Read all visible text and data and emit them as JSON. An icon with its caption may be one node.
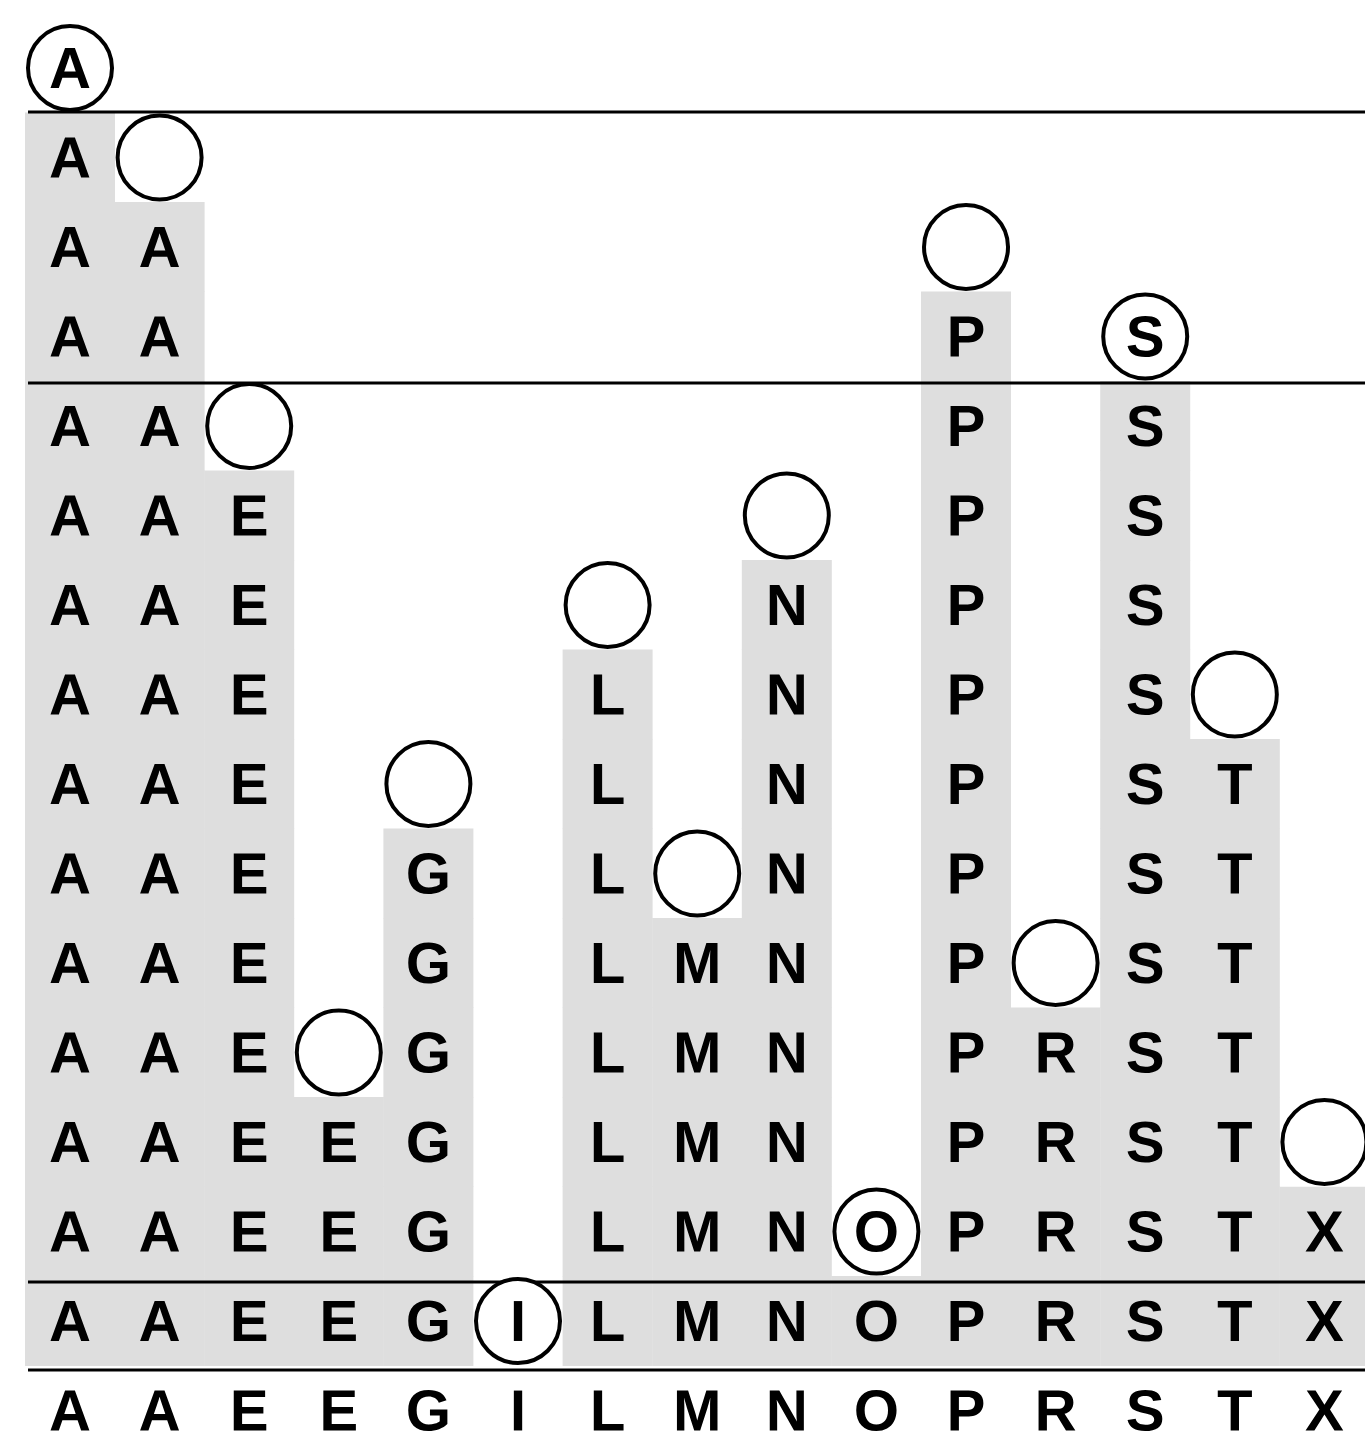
{
  "diagram": {
    "nodes": [
      {
        "text": [
          "A"
        ]
      },
      {
        "text": [],
        "shape": "circle"
      },
      {
        "text": [],
        "shape": "circle"
      },
      {
        "text": [
          "S"
        ]
      },
      {
        "text": [],
        "shape": "circle"
      },
      {
        "text": [],
        "shape": "circle"
      },
      {
        "text": [],
        "shape": "circle"
      },
      {
        "text": [],
        "shape": "circle"
      },
      {
        "text": [],
        "shape": "circle"
      },
      {
        "text": [],
        "shape": "circle"
      },
      {
        "text": [],
        "shape": "circle"
      },
      {
        "text": [],
        "shape": "circle"
      },
      {
        "text": [],
        "shape": "circle"
      },
      {
        "text": [
          "O"
        ]
      },
      {
        "text": [
          "I"
        ]
      }
    ],
    "labels": [
      "A",
      "A",
      "A",
      "A",
      "A",
      "P",
      "A",
      "A",
      "P",
      "S",
      "A",
      "A",
      "E",
      "P",
      "S",
      "A",
      "A",
      "E",
      "N",
      "P",
      "S",
      "A",
      "A",
      "E",
      "L",
      "N",
      "P",
      "S",
      "A",
      "A",
      "E",
      "L",
      "N",
      "P",
      "S",
      "T",
      "A",
      "A",
      "E",
      "G",
      "L",
      "N",
      "P",
      "S",
      "T",
      "A",
      "A",
      "E",
      "G",
      "L",
      "M",
      "N",
      "P",
      "S",
      "T",
      "A",
      "A",
      "E",
      "G",
      "L",
      "M",
      "N",
      "P",
      "R",
      "S",
      "T",
      "A",
      "A",
      "E",
      "E",
      "G",
      "L",
      "M",
      "N",
      "P",
      "R",
      "S",
      "T",
      "A",
      "A",
      "E",
      "E",
      "G",
      "L",
      "M",
      "N",
      "P",
      "R",
      "S",
      "T",
      "X",
      "A",
      "A",
      "E",
      "E",
      "G",
      "L",
      "M",
      "N",
      "O",
      "P",
      "R",
      "S",
      "T",
      "X",
      "A",
      "A",
      "E",
      "E",
      "G",
      "I",
      "L",
      "M",
      "N",
      "O",
      "P",
      "R",
      "S",
      "T",
      "X"
    ]
  }
}
